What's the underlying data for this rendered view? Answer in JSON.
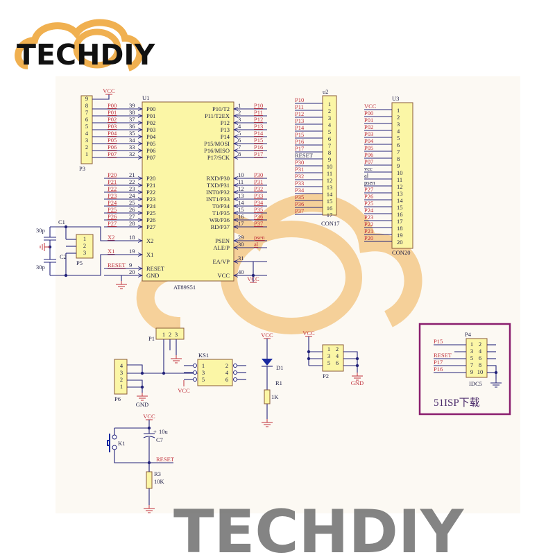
{
  "logo": {
    "text": "TECHDIY"
  },
  "watermark": {
    "text": "TECHDIY"
  },
  "colors": {
    "wire": "#23237a",
    "net_label": "#c0303a",
    "part_fill": "#fbf6a6",
    "isp_frame": "#8a1e6e",
    "logo_orange": "#f0b050"
  },
  "p3": {
    "ref": "P3",
    "vcc": "VCC",
    "pins": [
      "9",
      "8",
      "7",
      "6",
      "5",
      "4",
      "3",
      "2",
      "1"
    ]
  },
  "u1": {
    "ref": "U1",
    "part": "AT89S51",
    "vcc": "VCC",
    "left": [
      {
        "net": "P00",
        "num": "39",
        "pin": "P00"
      },
      {
        "net": "P01",
        "num": "38",
        "pin": "P01"
      },
      {
        "net": "P02",
        "num": "37",
        "pin": "P02"
      },
      {
        "net": "P03",
        "num": "36",
        "pin": "P03"
      },
      {
        "net": "P04",
        "num": "35",
        "pin": "P04"
      },
      {
        "net": "P05",
        "num": "34",
        "pin": "P05"
      },
      {
        "net": "P06",
        "num": "33",
        "pin": "P06"
      },
      {
        "net": "P07",
        "num": "32",
        "pin": "P07"
      },
      {
        "net": "P20",
        "num": "21",
        "pin": "P20"
      },
      {
        "net": "P21",
        "num": "22",
        "pin": "P21"
      },
      {
        "net": "P22",
        "num": "23",
        "pin": "P22"
      },
      {
        "net": "P23",
        "num": "24",
        "pin": "P23"
      },
      {
        "net": "P24",
        "num": "25",
        "pin": "P24"
      },
      {
        "net": "P25",
        "num": "26",
        "pin": "P25"
      },
      {
        "net": "P26",
        "num": "27",
        "pin": "P26"
      },
      {
        "net": "P27",
        "num": "28",
        "pin": "P27"
      },
      {
        "net": "X2",
        "num": "18",
        "pin": "X2"
      },
      {
        "net": "X1",
        "num": "19",
        "pin": "X1"
      },
      {
        "net": "RESET",
        "num": "9",
        "pin": "RESET"
      },
      {
        "net": "",
        "num": "20",
        "pin": "GND"
      }
    ],
    "right": [
      {
        "net": "P10",
        "num": "1",
        "pin": "P10/T2"
      },
      {
        "net": "P11",
        "num": "2",
        "pin": "P11/T2EX"
      },
      {
        "net": "P12",
        "num": "3",
        "pin": "P12"
      },
      {
        "net": "P13",
        "num": "4",
        "pin": "P13"
      },
      {
        "net": "P14",
        "num": "5",
        "pin": "P14"
      },
      {
        "net": "P15",
        "num": "6",
        "pin": "P15/MOSI"
      },
      {
        "net": "P16",
        "num": "7",
        "pin": "P16/MISO"
      },
      {
        "net": "P17",
        "num": "8",
        "pin": "P17/SCK"
      },
      {
        "net": "P30",
        "num": "10",
        "pin": "RXD/P30"
      },
      {
        "net": "P31",
        "num": "11",
        "pin": "TXD/P31"
      },
      {
        "net": "P32",
        "num": "12",
        "pin": "INT0/P32"
      },
      {
        "net": "P33",
        "num": "13",
        "pin": "INT1/P33"
      },
      {
        "net": "P34",
        "num": "14",
        "pin": "T0/P34"
      },
      {
        "net": "P35",
        "num": "15",
        "pin": "T1/P35"
      },
      {
        "net": "P36",
        "num": "16",
        "pin": "WR/P36"
      },
      {
        "net": "P37",
        "num": "17",
        "pin": "RD/P37"
      },
      {
        "net": "psen",
        "num": "29",
        "pin": "PSEN"
      },
      {
        "net": "al",
        "num": "30",
        "pin": "ALE/P"
      },
      {
        "net": "",
        "num": "31",
        "pin": "EA/VP"
      },
      {
        "net": "",
        "num": "40",
        "pin": "VCC"
      }
    ]
  },
  "u2": {
    "ref": "u2",
    "part": "CON17",
    "nets": [
      "P10",
      "P11",
      "P12",
      "P13",
      "P14",
      "P15",
      "P16",
      "P17",
      "RESET",
      "P30",
      "P31",
      "P32",
      "P33",
      "P34",
      "P35",
      "P36",
      "P37"
    ],
    "pins": [
      "1",
      "2",
      "3",
      "4",
      "5",
      "6",
      "7",
      "8",
      "9",
      "10",
      "11",
      "12",
      "13",
      "14",
      "15",
      "16",
      "17"
    ]
  },
  "u3": {
    "ref": "U3",
    "part": "CON20",
    "nets": [
      "VCC",
      "P00",
      "P01",
      "P02",
      "P03",
      "P04",
      "P05",
      "P06",
      "P07",
      "vcc",
      "al",
      "psen",
      "P27",
      "P26",
      "P25",
      "P24",
      "P23",
      "P22",
      "P21",
      "P20"
    ],
    "pins": [
      "1",
      "2",
      "3",
      "4",
      "5",
      "6",
      "7",
      "8",
      "9",
      "10",
      "11",
      "12",
      "13",
      "14",
      "15",
      "16",
      "17",
      "18",
      "19",
      "20"
    ]
  },
  "crystal": {
    "c1": "C1",
    "c2": "C2",
    "c1_value": "30p",
    "c2_value": "30p",
    "ref": "P5",
    "pins": [
      "1",
      "2",
      "3"
    ]
  },
  "p1": {
    "ref": "P1",
    "pins": [
      "1",
      "2",
      "3"
    ]
  },
  "p6": {
    "ref": "P6",
    "pins": [
      "4",
      "3",
      "2",
      "1"
    ],
    "gnd": "GND"
  },
  "ks1": {
    "ref": "KS1",
    "pins": [
      "1",
      "2",
      "3",
      "4",
      "5",
      "6"
    ],
    "vcc": "VCC"
  },
  "led": {
    "d_ref": "D1",
    "r_ref": "R1",
    "r_value": "1K",
    "vcc": "VCC"
  },
  "p2": {
    "ref": "P2",
    "pins": [
      "1",
      "2",
      "3",
      "4",
      "5",
      "6"
    ],
    "vcc": "VCC",
    "gnd": "GND"
  },
  "p4": {
    "ref": "P4",
    "part": "IDC5",
    "pins": [
      "1",
      "2",
      "3",
      "4",
      "5",
      "6",
      "7",
      "8",
      "9",
      "10"
    ],
    "nets": [
      "P15",
      "",
      "RESET",
      "P17",
      "P16"
    ],
    "caption": "51ISP下载"
  },
  "reset": {
    "vcc": "VCC",
    "k_ref": "K1",
    "c_ref": "C7",
    "c_value": "10u",
    "plus": "+",
    "net": "RESET",
    "r_ref": "R3",
    "r_value": "10K"
  }
}
